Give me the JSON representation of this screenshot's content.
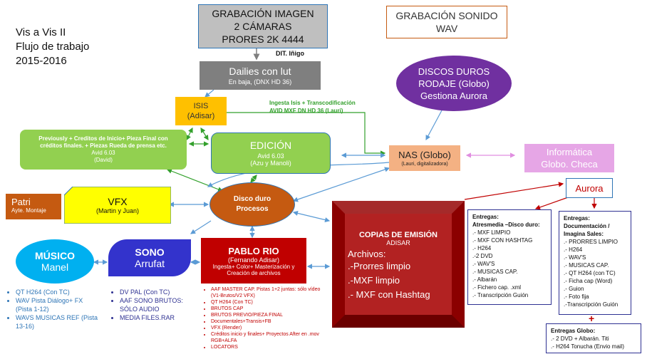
{
  "title": {
    "line1": "Vis a Vis II",
    "line2": "Flujo de trabajo",
    "line3": "2015-2016"
  },
  "grabacion_imagen": {
    "line1": "GRABACIÓN  IMAGEN",
    "line2": "2 CÁMARAS",
    "line3": "PRORES 2K 4444"
  },
  "grabacion_sonido": {
    "line1": "GRABACIÓN SONIDO",
    "line2": "WAV"
  },
  "dit_label": "DIT. Iñigo",
  "dailies": {
    "title": "Dailies con lut",
    "sub": "En baja, (DNX HD 36)"
  },
  "discos_duros": {
    "line1": "DISCOS DUROS",
    "line2": "RODAJE (Globo)",
    "line3": "Gestiona Aurora"
  },
  "isis": {
    "title": "ISIS",
    "sub": "(Adisar)"
  },
  "ingesta_label": {
    "line1": "Ingesta Isis + Transcodificación",
    "line2": "AVID MXF DN HD 36 (Lauri)"
  },
  "previously": {
    "line1": "Previously + Creditos de Inicio+ Pieza Final con",
    "line2": "créditos finales. + Piezas Rueda de prensa etc.",
    "line3": "Avid 6.03",
    "line4": "(David)"
  },
  "edicion": {
    "title": "EDICIÓN",
    "line2": "Avid 6.03",
    "line3": "(Azu y Manoli)"
  },
  "nas": {
    "title": "NAS (Globo)",
    "sub": "(Lauri, digitalizadora)"
  },
  "informatica": {
    "line1": "Informática",
    "line2": "Globo. Checa"
  },
  "patri": {
    "title": "Patri",
    "sub": "Ayte. Montaje"
  },
  "vfx": {
    "title": "VFX",
    "sub": "(Martin y Juan)"
  },
  "disco_duro": {
    "line1": "Disco duro",
    "line2": "Procesos"
  },
  "copias": {
    "title": "COPIAS DE EMISIÓN",
    "sub": "ADISAR",
    "archivos": "Archivos:",
    "items": [
      ".-Prorres limpio",
      ".-MXF limpio",
      ".- MXF con Hashtag"
    ]
  },
  "aurora": "Aurora",
  "entregas_atres": {
    "head1": "Entregas:",
    "head2": "Atresmedia –Disco duro:",
    "items": [
      ".- MXF LIMPIO",
      ".- MXF CON HASHTAG",
      ".- H264",
      ".-2 DVD",
      ".- WAV'S",
      ".- MUSICAS CAP.",
      ".- Albarán",
      ".- Fichero cap. .xml",
      ".- Transcripción Guión"
    ]
  },
  "entregas_imagina": {
    "head1": "Entregas:",
    "head2": "Documentación /",
    "head3": "Imagina Sales:",
    "items": [
      ".- PRORRES LIMPIO",
      ".- H264",
      ".- WAV'S",
      ".- MUSICAS CAP.",
      ".- QT H264 (con TC)",
      ".- Ficha cap (Word)",
      ".- Guion",
      ".- Foto fija",
      ".-Transcripción Guión"
    ]
  },
  "plus_sign": "+",
  "entregas_globo": {
    "head": "Entregas Globo:",
    "items": [
      ".- 2 DVD +  Albarán. Titi",
      ".- H264 Tonucha (Envio mail)"
    ]
  },
  "musico": {
    "line1": "MÚSICO",
    "line2": "Manel"
  },
  "musico_list": [
    "QT H264 (Con TC)",
    "WAV Pista Diálogo+ FX (Pista 1-12)",
    "WAVS MUSICAS REF (Pista 13-16)"
  ],
  "sono": {
    "line1": "SONO",
    "line2": "Arrufat"
  },
  "sono_list": [
    "DV PAL (Con TC)",
    "AAF SONO BRUTOS: SÓLO AUDIO",
    "MEDIA FILES.RAR"
  ],
  "pablo": {
    "title": "PABLO RIO",
    "sub": "(Fernando Adisar)",
    "line3": "Ingesta+ Color+ Masterización y",
    "line4": "Creación de archivos"
  },
  "pablo_list": [
    "AAF MASTER CAP. Pistas 1+2 juntas: sólo vídeo (V1-Brutos/V2 VFX)",
    "QT H264 (Con TC)",
    "BRUTOS CAP",
    "BRUTOS PREVIO/PIEZA FINAL",
    "Documentales+Transis+FB",
    "VFX (Render)",
    "Créditos inicio y finales+ Proyectos After en .mov RGB+ALFA",
    "LOCATORS"
  ],
  "colors": {
    "grey_box": "#bfbfbf",
    "dailies": "#7f7f7f",
    "purple": "#7030a0",
    "isis": "#ffc000",
    "green": "#92d050",
    "nas": "#f4b183",
    "pink": "#e6a6e6",
    "patri": "#c55a11",
    "vfx": "#ffff00",
    "disco": "#c55a11",
    "copias_dark": "#8b0000",
    "copias": "#b22222",
    "musico": "#00b0f0",
    "sono": "#3333cc",
    "pablo": "#c00000",
    "blue_arrow": "#5b9bd5",
    "green_arrow": "#33a02c",
    "red_text": "#c00000"
  }
}
